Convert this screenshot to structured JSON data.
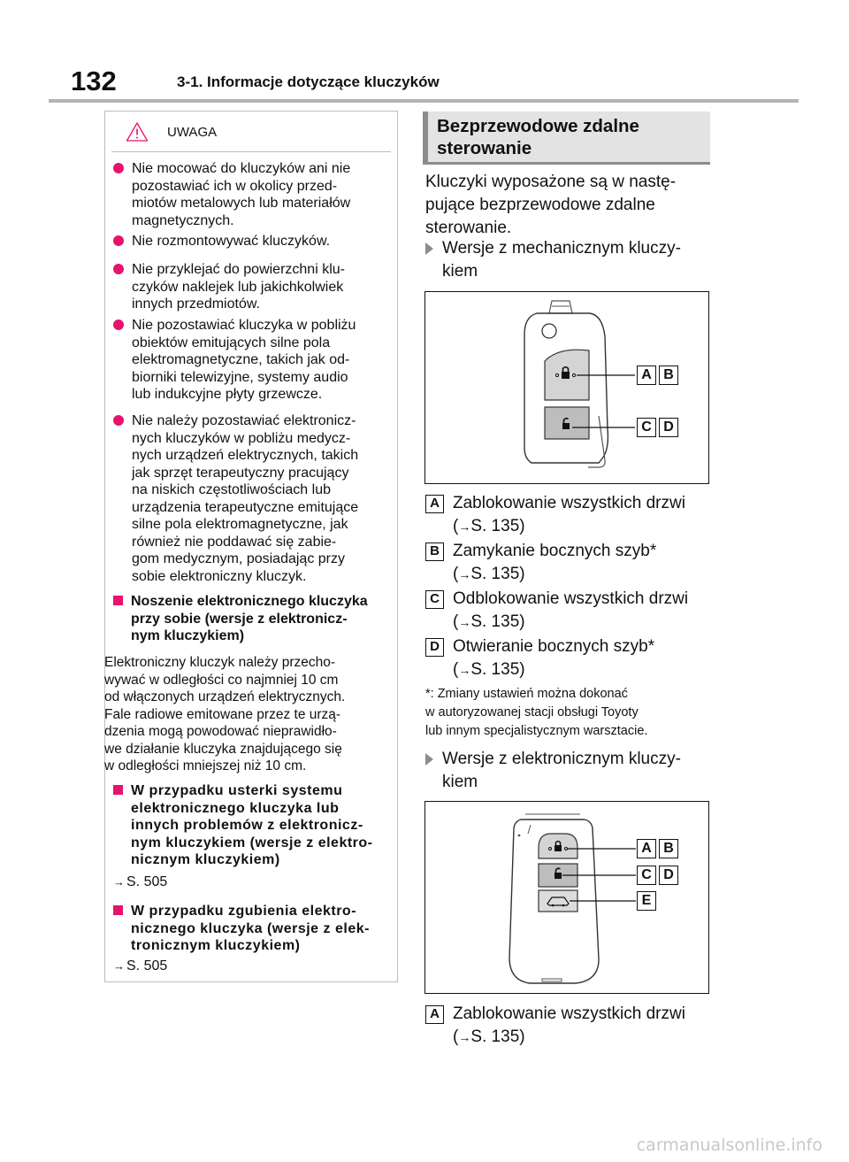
{
  "header": {
    "page_number": "132",
    "section_title": "3-1. Informacje dotyczące kluczyków"
  },
  "warning": {
    "label": "UWAGA",
    "bullets": [
      "Nie mocować do kluczyków ani nie\npozostawiać ich w okolicy przed-\nmiotów metalowych lub materiałów\nmagnetycznych.",
      "Nie rozmontowywać kluczyków.",
      "Nie przyklejać do powierzchni klu-\nczyków naklejek lub jakichkolwiek\ninnych przedmiotów.",
      "Nie pozostawiać kluczyka w pobliżu\nobiektów emitujących silne pola\nelektromagnetyczne, takich jak od-\nbiorniki telewizyjne, systemy audio\nlub indukcyjne płyty grzewcze.",
      "Nie należy pozostawiać elektronicz-\nnych kluczyków w pobliżu medycz-\nnych urządzeń elektrycznych, takich\njak sprzęt terapeutyczny pracujący\nna niskich częstotliwościach lub\nurządzenia terapeutyczne emitujące\nsilne pola elektromagnetyczne, jak\nrównież nie poddawać się zabie-\ngom medycznym, posiadając przy\nsobie elektroniczny kluczyk."
    ],
    "carry_heading": "Noszenie elektronicznego kluczyka\nprzy sobie (wersje z elektronicz-\nnym kluczykiem)",
    "carry_text": "Elektroniczny kluczyk należy przecho-\nwywać w odległości co najmniej 10 cm\nod włączonych urządzeń elektrycznych.\nFale radiowe emitowane przez te urzą-\ndzenia mogą powodować nieprawidło-\nwe działanie kluczyka znajdującego się\nw odległości mniejszej niż 10 cm.",
    "fault_heading": "W przypadku usterki systemu\nelektronicznego kluczyka lub\ninnych problemów z elektronicz-\nnym kluczykiem (wersje z elektro-\nnicznym kluczykiem)",
    "fault_ref": "S. 505",
    "lost_heading": "W przypadku zgubienia elektro-\nnicznego kluczyka (wersje z elek-\ntronicznym kluczykiem)",
    "lost_ref": "S. 505",
    "ref_arrow": "→"
  },
  "right": {
    "heading": "Bezprzewodowe zdalne\nsterowanie",
    "intro": "Kluczyki wyposażone są w nastę-\npujące bezprzewodowe zdalne\nsterowanie.",
    "mech_heading": "Wersje z mechanicznym kluczy-\nkiem",
    "elec_heading": "Wersje z elektronicznym kluczy-\nkiem",
    "figure_labels": [
      "A",
      "B",
      "C",
      "D",
      "E"
    ],
    "items": [
      {
        "letter": "A",
        "text": "Zablokowanie wszystkich drzwi",
        "ref": "S. 135"
      },
      {
        "letter": "B",
        "text": "Zamykanie bocznych szyb*",
        "ref": "S. 135"
      },
      {
        "letter": "C",
        "text": "Odblokowanie wszystkich drzwi",
        "ref": "S. 135"
      },
      {
        "letter": "D",
        "text": "Otwieranie bocznych szyb*",
        "ref": "S. 135"
      }
    ],
    "footnote": "*: Zmiany ustawień można dokonać\n    w autoryzowanej stacji obsługi Toyoty\n    lub innym specjalistycznym warsztacie.",
    "last_item": {
      "letter": "A",
      "text": "Zablokowanie wszystkich drzwi",
      "ref": "S. 135"
    },
    "paren_open": "(",
    "paren_close": ")",
    "ref_arrow": "→"
  },
  "watermark": "carmanualsonline.info",
  "colors": {
    "accent": "#e8126e",
    "header_grey": "#e3e3e3",
    "rule_grey": "#8c8c8c"
  }
}
